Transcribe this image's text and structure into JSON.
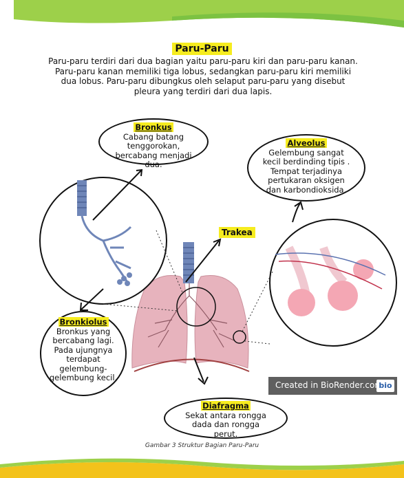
{
  "title": "Paru-Paru",
  "intro": "Paru-paru terdiri dari dua bagian yaitu paru-paru kiri dan paru-paru kanan. Paru-paru kanan memiliki tiga lobus, sedangkan paru-paru kiri memiliki dua lobus. Paru-paru dibungkus oleh selaput paru-paru yang disebut pleura yang terdiri dari dua lapis.",
  "labels": {
    "bronkus": {
      "heading": "Bronkus",
      "text": "Cabang batang tenggorokan, bercabang menjadi dua."
    },
    "alveolus": {
      "heading": "Alveolus",
      "text": "Gelembung sangat kecil berdinding tipis . Tempat terjadinya pertukaran oksigen dan karbondioksida."
    },
    "trakea": {
      "heading": "Trakea"
    },
    "bronkiolus": {
      "heading": "Bronkiolus",
      "text": "Bronkus yang bercabang lagi. Pada ujungnya terdapat gelembung-gelembung kecil,"
    },
    "diafragma": {
      "heading": "Diafragma",
      "text": "Sekat antara rongga dada dan rongga perut."
    }
  },
  "watermark": {
    "text": "Created in BioRender.com",
    "badge": "bio"
  },
  "caption": "Gambar 3 Struktur Bagian Paru-Paru",
  "colors": {
    "highlight": "#f6ec1f",
    "lung": "#e7b3bd",
    "trachea": "#6f86b8",
    "green": "#7cc242",
    "yellow": "#f3c21b"
  }
}
